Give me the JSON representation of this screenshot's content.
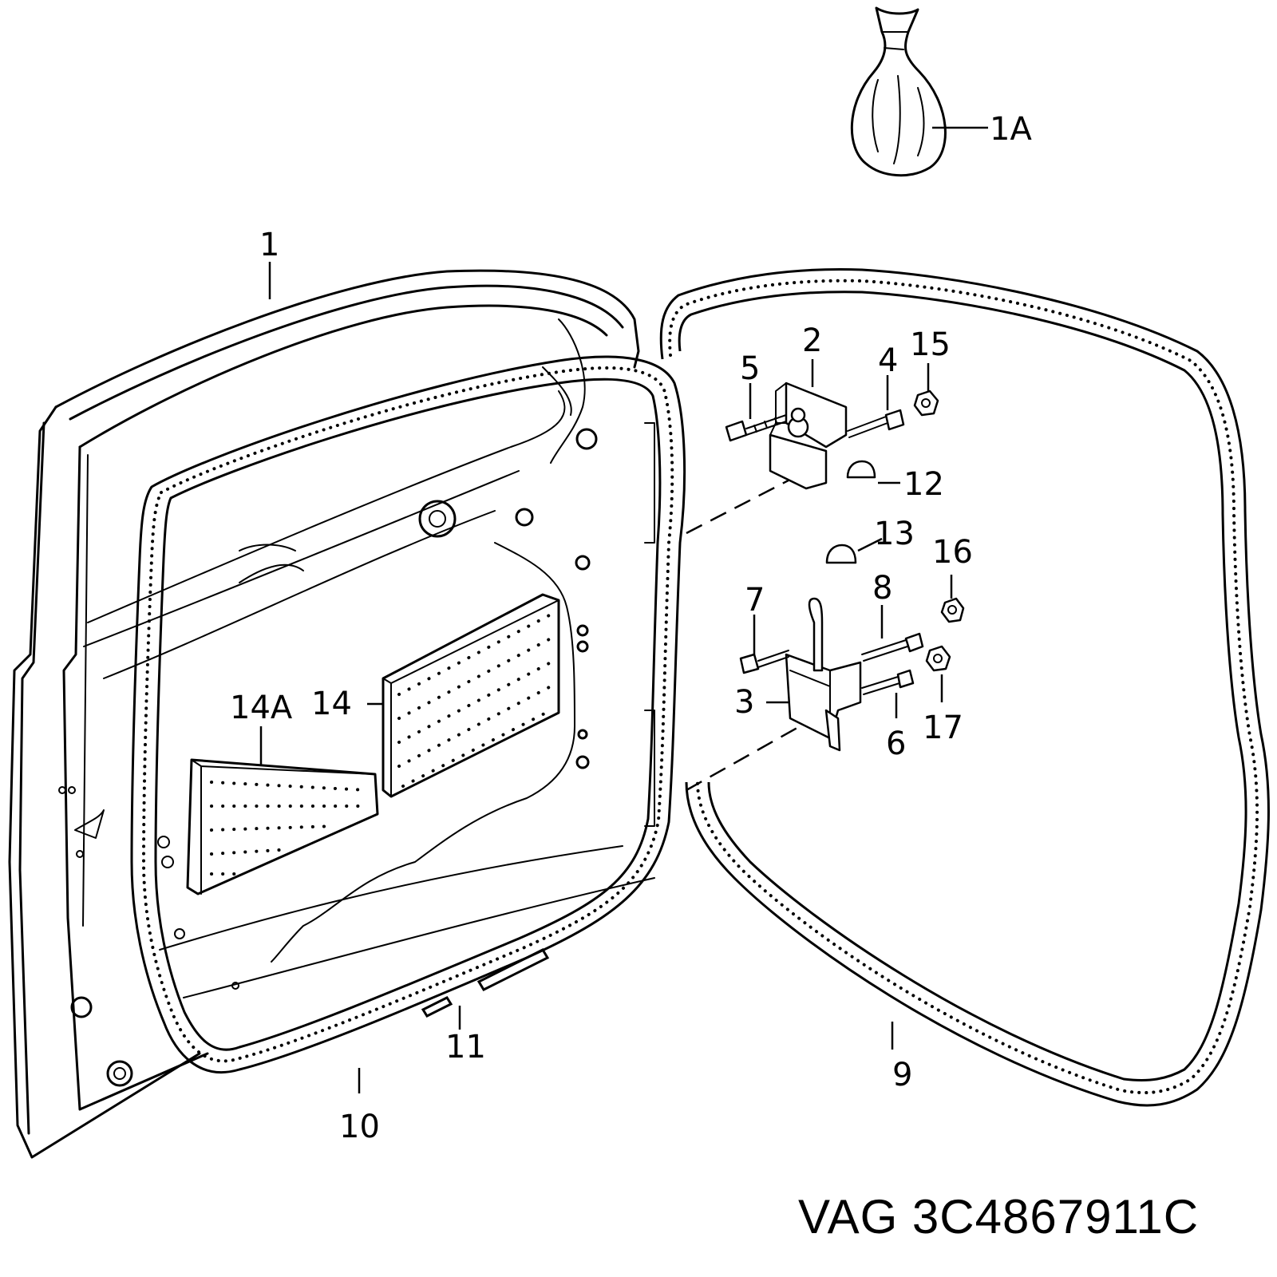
{
  "callouts": {
    "c1A": "1A",
    "c1": "1",
    "c2": "2",
    "c3": "3",
    "c4": "4",
    "c5": "5",
    "c6": "6",
    "c7": "7",
    "c8": "8",
    "c9": "9",
    "c10": "10",
    "c11": "11",
    "c12": "12",
    "c13": "13",
    "c14": "14",
    "c14A": "14A",
    "c15": "15",
    "c16": "16",
    "c17": "17"
  },
  "part_number": "VAG 3C4867911C"
}
